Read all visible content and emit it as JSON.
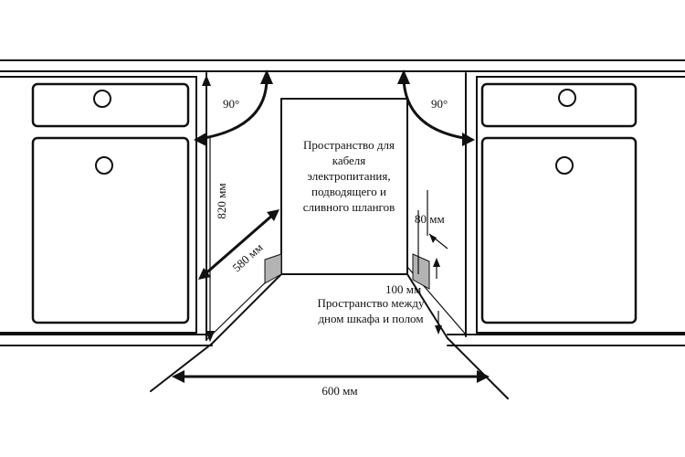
{
  "labels": {
    "angle_left": "90°",
    "angle_right": "90°",
    "height": "820 мм",
    "depth": "580 мм",
    "width": "600 мм",
    "cable_space": [
      "Пространство для",
      "кабеля",
      "электропитания,",
      "подводящего и",
      "сливного шлангов"
    ],
    "gap_80": "80 мм",
    "gap_100": "100 мм",
    "floor_space": [
      "Пространство между",
      "дном шкафа и полом"
    ]
  }
}
